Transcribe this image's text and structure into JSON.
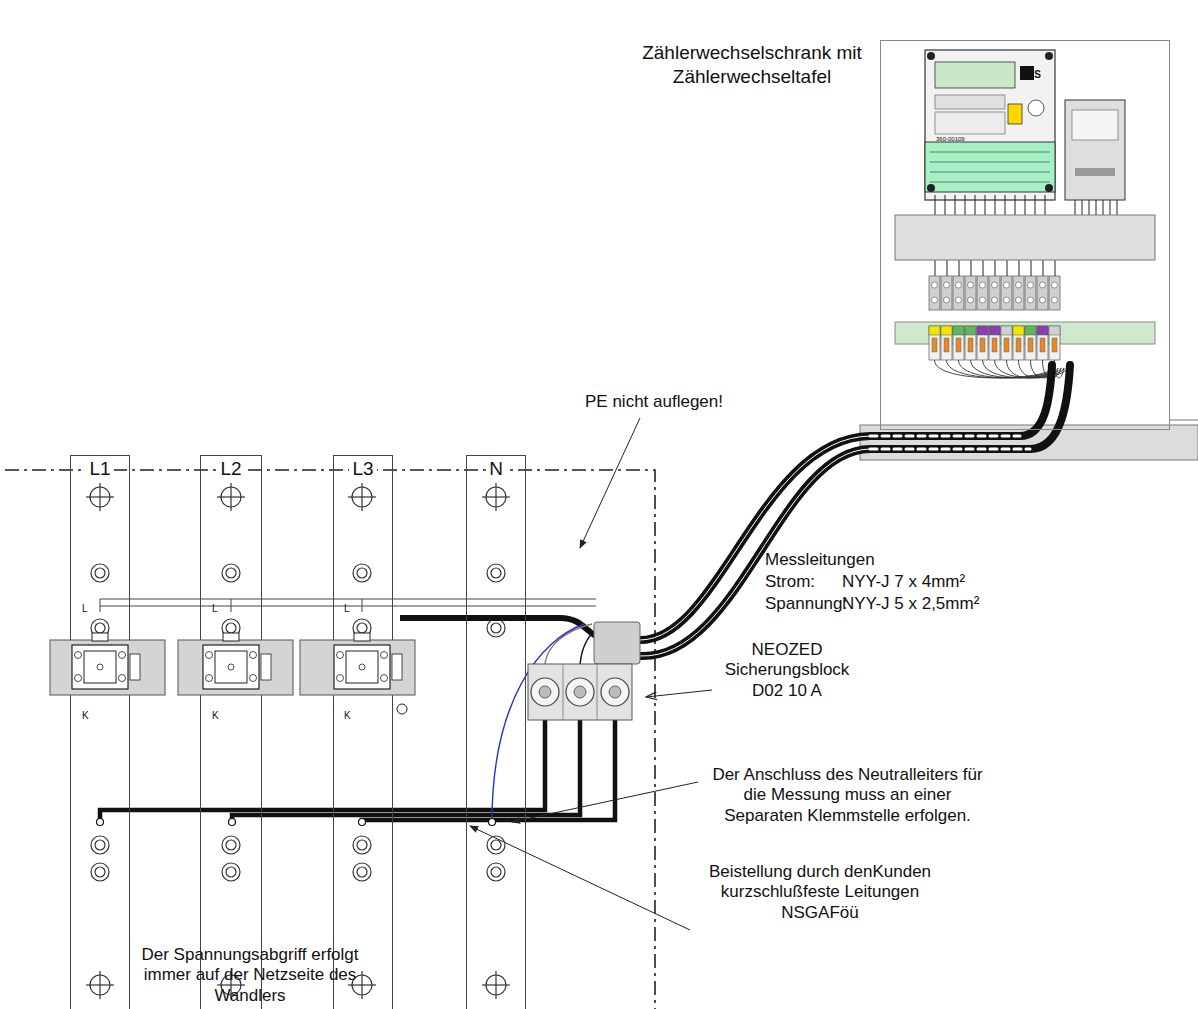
{
  "diagram": {
    "nodes": [
      {
        "text": [
          "Zählerwechselschrank mit Zählerwechseltafel"
        ]
      },
      {
        "text": [
          "L1"
        ]
      },
      {
        "text": [
          "L2"
        ]
      },
      {
        "text": [
          "L3"
        ]
      },
      {
        "text": [
          "N"
        ]
      }
    ],
    "labels": [
      "DFS",
      "360-00109",
      "PE nicht auflegen!",
      "Messleitungen",
      "Strom:",
      "NYY-J 7 x 4mm²",
      "Spannung:",
      "NYY-J 5 x 2,5mm²",
      "NEOZED Sicherungsblock D02 10 A",
      "L",
      "K",
      "L",
      "K",
      "L",
      "K",
      "Der Anschluss des Neutralleiters für die Messung muss an einer Separaten Klemmstelle erfolgen.",
      "Beistellung durch denKunden kurzschlußfeste Leitungen NSGAFöü",
      "Der Spannungsabgriff erfolgt immer auf der Netzseite des Wandlers"
    ]
  }
}
